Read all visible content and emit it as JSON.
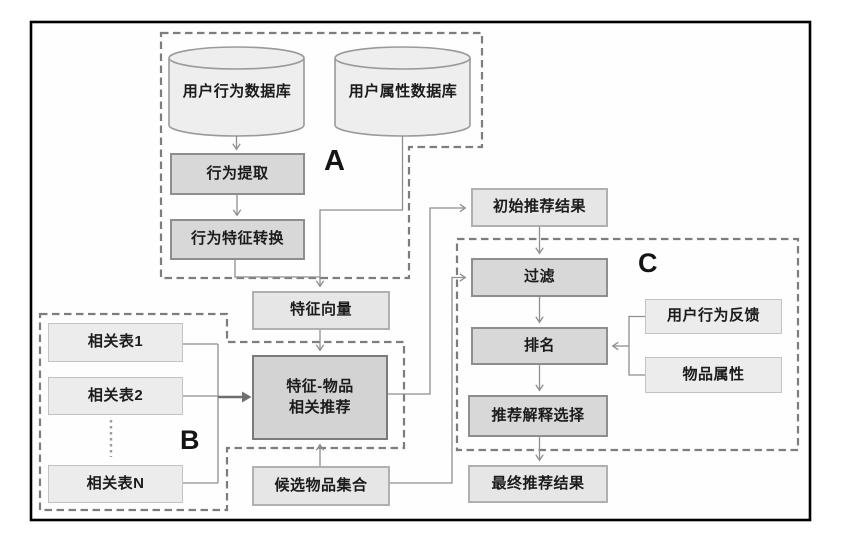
{
  "diagram": {
    "groups": {
      "a": "A",
      "b": "B",
      "c": "C"
    },
    "databases": {
      "behavior_db": "用户行为数据库",
      "attribute_db": "用户属性数据库"
    },
    "nodes": {
      "behavior_extract": "行为提取",
      "behavior_feature_convert": "行为特征转换",
      "feature_vector": "特征向量",
      "feature_item_rec_line1": "特征-物品",
      "feature_item_rec_line2": "相关推荐",
      "candidate_items": "候选物品集合",
      "initial_results": "初始推荐结果",
      "filter": "过滤",
      "ranking": "排名",
      "explanation_select": "推荐解释选择",
      "final_results": "最终推荐结果",
      "user_feedback": "用户行为反馈",
      "item_attributes": "物品属性",
      "related_table_1": "相关表1",
      "related_table_2": "相关表2",
      "related_table_n": "相关表N",
      "ellipsis": "⋮"
    },
    "colors": {
      "frame": "#000000",
      "dashed_border": "#7d7d7d",
      "connector": "#8f8f8f",
      "thick_arrow": "#6f6f6f",
      "box_dark_fill": "#d8d8d8",
      "box_light_fill": "#e6e6e6",
      "box_lighter_fill": "#ececec",
      "cylinder_fill": "#eeeeee"
    }
  }
}
